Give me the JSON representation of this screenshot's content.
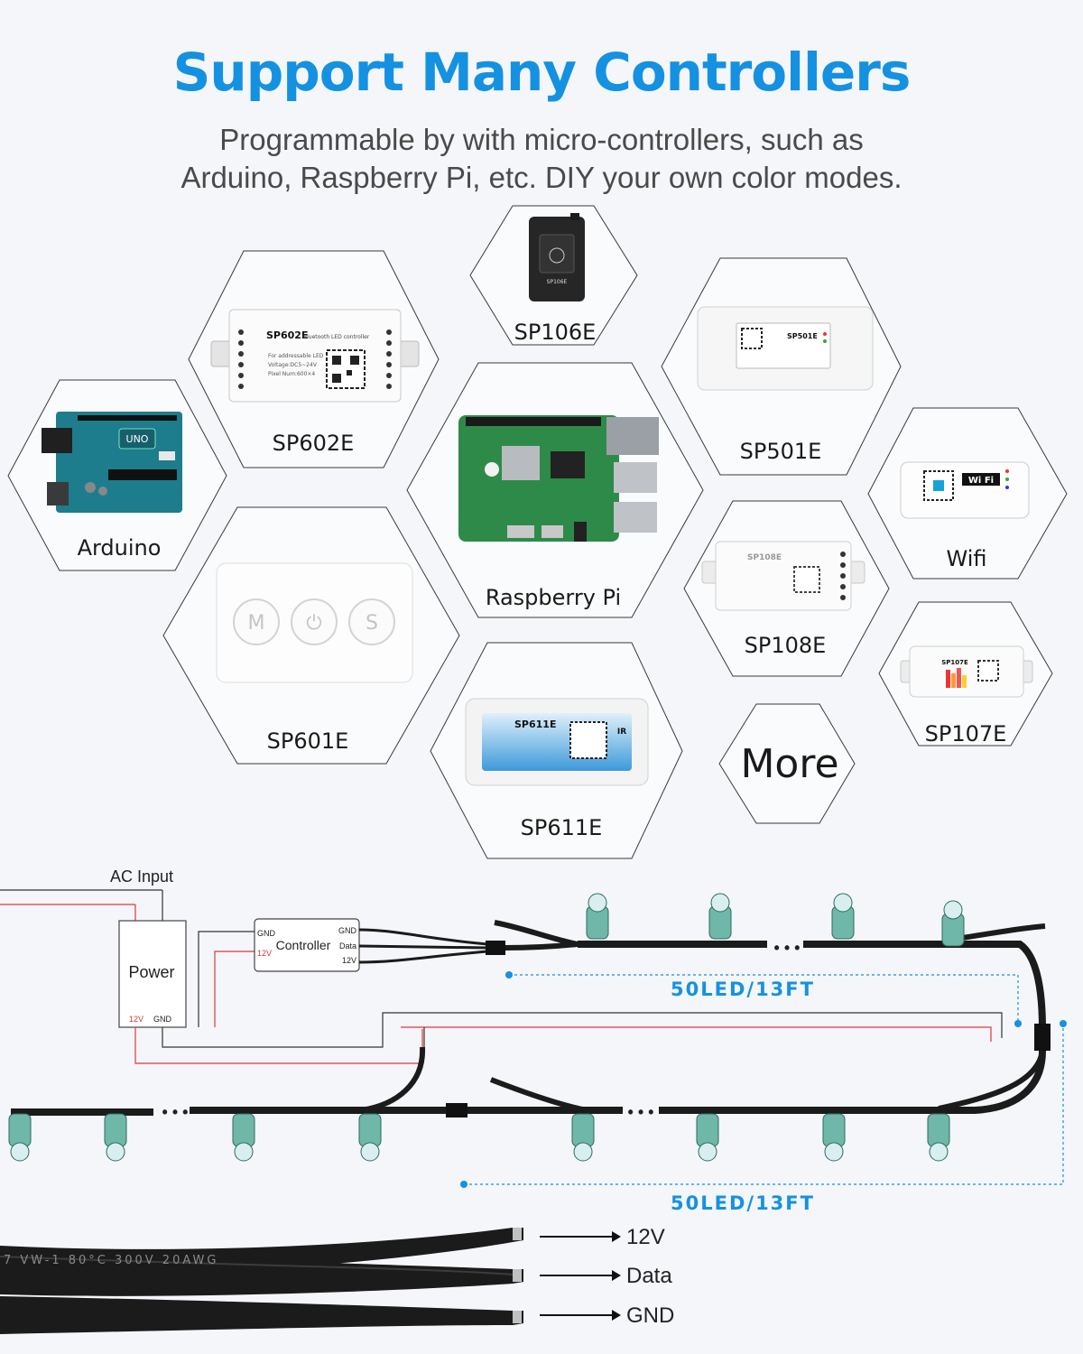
{
  "header": {
    "title": "Support Many Controllers",
    "subtitle_line1": "Programmable by with micro-controllers, such as",
    "subtitle_line2": "Arduino, Raspberry Pi, etc. DIY your own color modes."
  },
  "controllers": {
    "arduino": "Arduino",
    "sp602e": "SP602E",
    "sp106e": "SP106E",
    "sp501e": "SP501E",
    "raspberry_pi": "Raspberry Pi",
    "wifi": "Wifi",
    "sp108e": "SP108E",
    "sp601e": "SP601E",
    "sp107e": "SP107E",
    "sp611e": "SP611E",
    "more": "More"
  },
  "device_text": {
    "sp602e_model": "SP602E",
    "sp602e_desc": "Bluetooth LED controller",
    "sp602e_line1": "For addressable LED",
    "sp602e_line2": "Voltage:DC5~24V",
    "sp602e_line3": "Pixel Num:600×4",
    "sp106e_model": "SP106E",
    "sp501e_model": "SP501E",
    "wifi_badge": "Wi Fi",
    "sp108e_model": "SP108E",
    "sp107e_model": "SP107E",
    "sp611e_model": "SP611E",
    "sp611e_ir": "IR",
    "arduino_uno": "UNO",
    "sp601e_buttons": [
      "M",
      "⏻",
      "S"
    ]
  },
  "wiring": {
    "ac_input": "AC Input",
    "power": "Power",
    "power_12v": "12V",
    "power_gnd": "GND",
    "controller": "Controller",
    "ctrl_gnd_in": "GND",
    "ctrl_12v_in": "12V",
    "ctrl_gnd_out": "GND",
    "ctrl_data_out": "Data",
    "ctrl_12v_out": "12V",
    "length_top": "50LED/13FT",
    "length_bottom": "50LED/13FT",
    "ellipsis": "• • •"
  },
  "cable": {
    "print": "7   VW-1   80°C   300V   20AWG",
    "wire_12v": "12V",
    "wire_data": "Data",
    "wire_gnd": "GND"
  },
  "colors": {
    "accent": "#1591e1",
    "wire_red": "#e0353b",
    "cable_black": "#1b1b1b",
    "pcb_green": "#2e8a48",
    "arduino_teal": "#1d7d8c"
  }
}
